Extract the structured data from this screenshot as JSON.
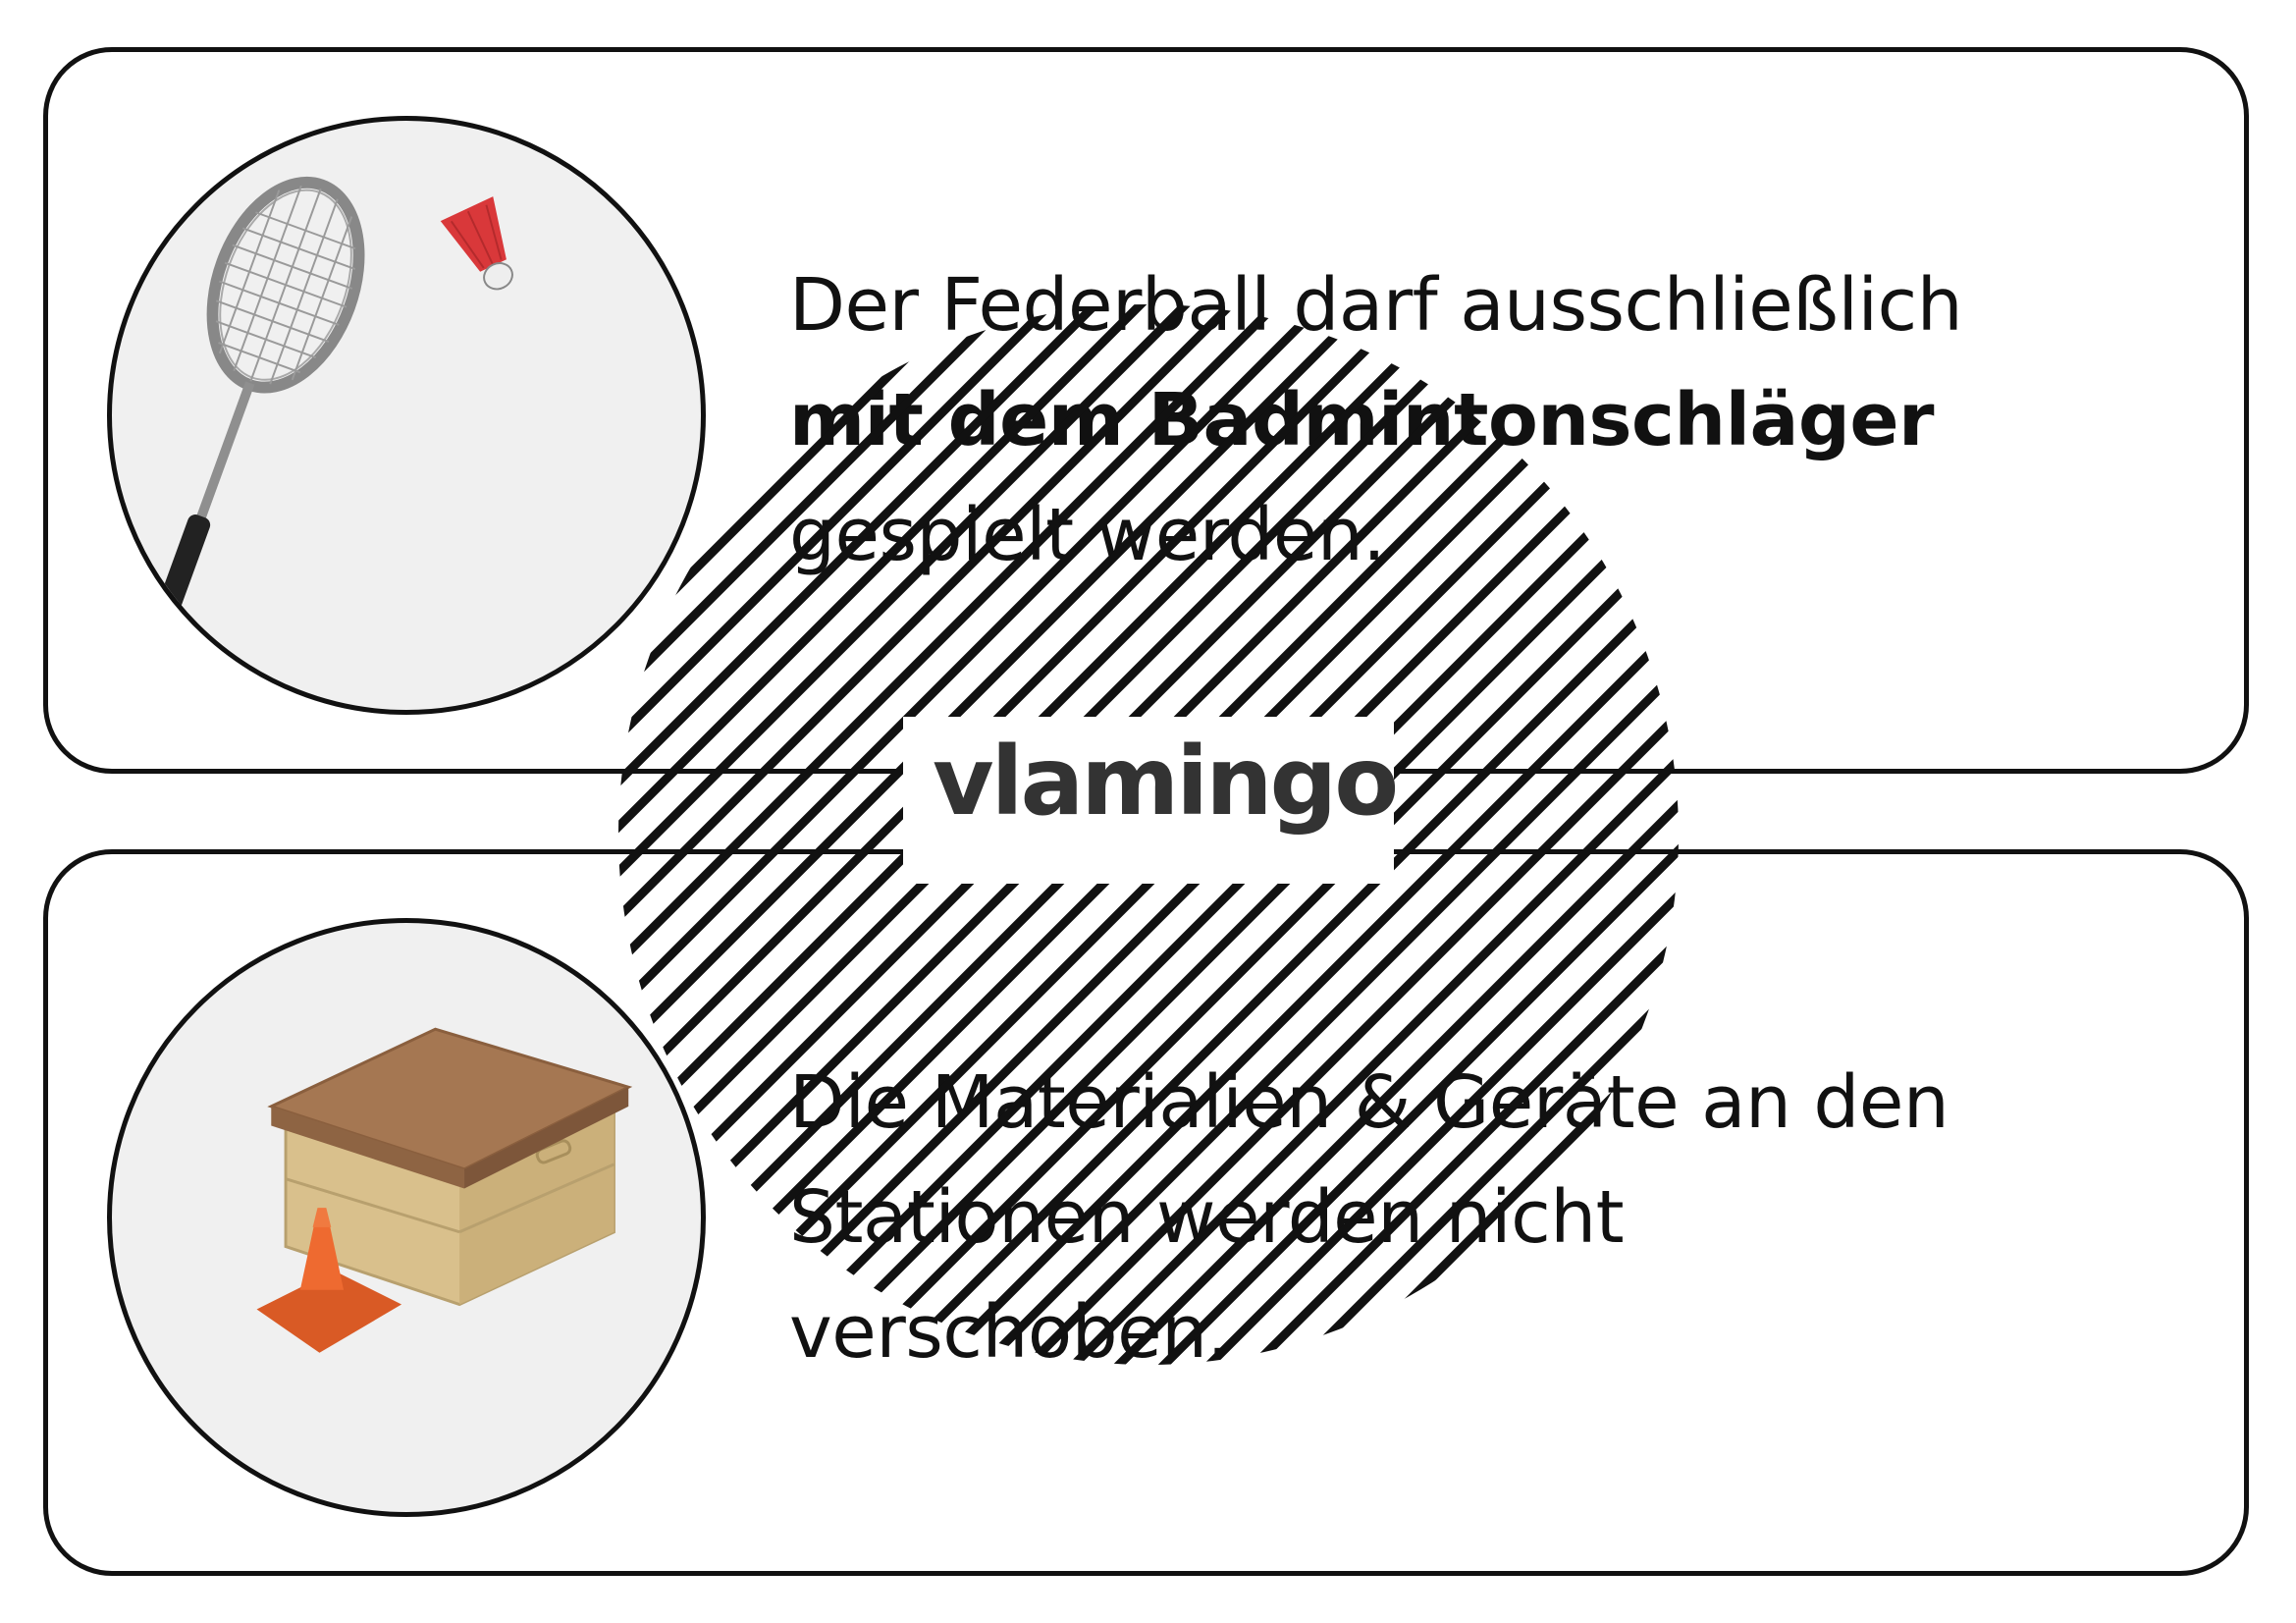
{
  "cards": [
    {
      "icon": "badminton-racket-shuttlecock-icon",
      "lines": [
        "Der Federball darf ausschließlich",
        "mit dem Badmintonschläger",
        "gespielt werden."
      ]
    },
    {
      "icon": "vaulting-box-cone-icon",
      "lines": [
        "Die Materialien & Geräte an den",
        "Stationen werden nicht",
        "verschoben."
      ]
    }
  ],
  "watermark": {
    "logo_text": "vlamingo"
  },
  "colors": {
    "border": "#111111",
    "circle_fill": "#f0f0f0",
    "shuttle_red": "#d9383a",
    "box_top": "#a57752",
    "box_body": "#d9c08c",
    "cone": "#ee6a30"
  }
}
